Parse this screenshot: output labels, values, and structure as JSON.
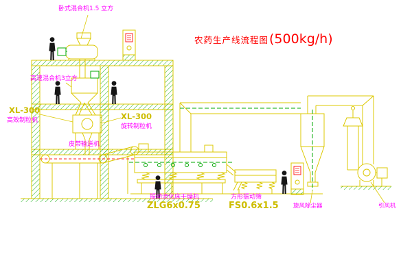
{
  "title": {
    "prefix": "农药生产线流程图",
    "capacity": "(500kg/h)"
  },
  "labels": {
    "top_mixer": "卧式混合机1.5 立方",
    "high_speed_mixer": "高速混合机3立方",
    "granulator_left_model": "XL-300",
    "granulator_left_name": "高效制粒机",
    "granulator_mid_model": "XL-300",
    "granulator_mid_name": "旋转制粒机",
    "belt_conveyor": "皮带输送机",
    "dryer_name": "振动流化床干燥机",
    "dryer_model": "ZLG6x0.75",
    "screen_name": "方形振动筛",
    "screen_model": "FS0.6x1.5",
    "cyclone_name": "旋风除尘器",
    "fan_name": "引风机"
  },
  "colors": {
    "line_yellow": "#dcc800",
    "text_yellow": "#cdbd00",
    "hatch_green": "#00a800",
    "label_magenta": "#ff00ff",
    "title_red": "#ff0000",
    "dash_red": "#ff2020",
    "figure_black": "#161616",
    "background": "#ffffff"
  }
}
